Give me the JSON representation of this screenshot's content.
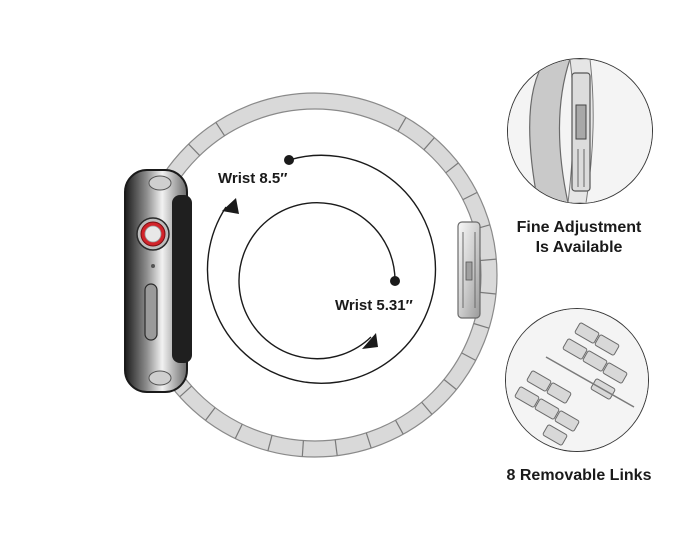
{
  "product": {
    "wrist_large_label": "Wrist 8.5″",
    "wrist_small_label": "Wrist 5.31″"
  },
  "features": [
    {
      "icon": "fine-adjustment-clasp-icon",
      "line1": "Fine Adjustment",
      "line2": "Is Available"
    },
    {
      "icon": "removable-links-icon",
      "line1": "8 Removable Links",
      "line2": ""
    }
  ],
  "colors": {
    "steel_light": "#e9e9e9",
    "steel_mid": "#b9b9b9",
    "steel_dark": "#6d6d6d",
    "watch_body": "#2a2a2a",
    "crown_red": "#d2232a",
    "outline": "#1a1a1a"
  }
}
